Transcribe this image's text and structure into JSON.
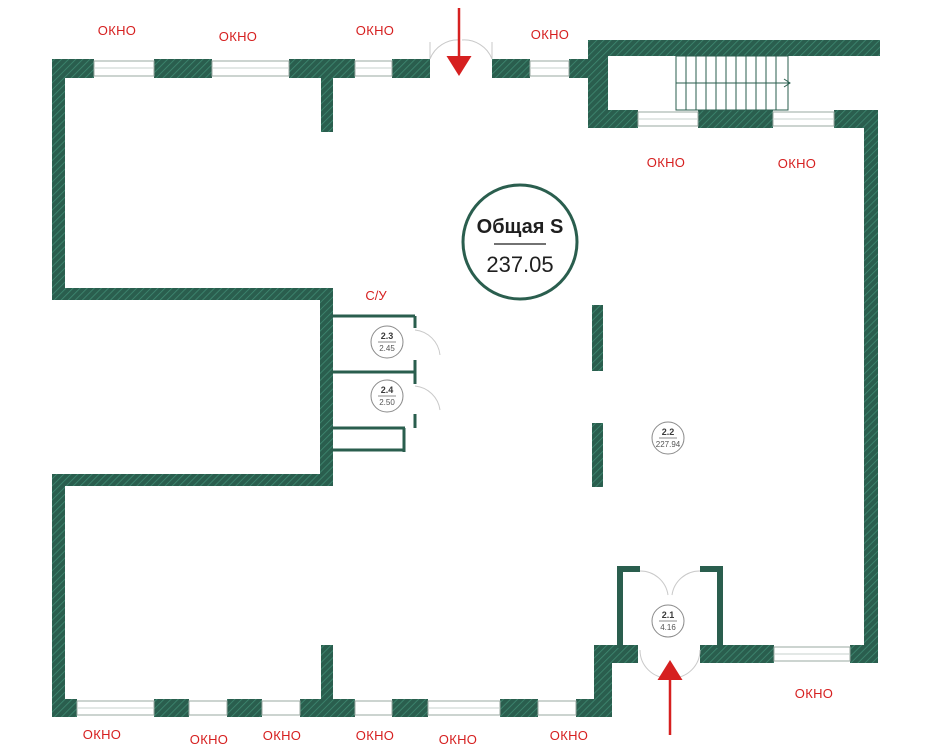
{
  "plan": {
    "total_area": {
      "title": "Общая S",
      "value": "237.05"
    },
    "sanitary_label": "С/У",
    "window_label": "ОКНО",
    "colors": {
      "wall": "#2a5e4e",
      "wall_hatch": "#3c7a66",
      "arrow": "#d62020",
      "window_label": "#d62020",
      "circle": "#2a5e4e"
    },
    "rooms": [
      {
        "number": "2.1",
        "area": "4.16"
      },
      {
        "number": "2.2",
        "area": "227.94"
      },
      {
        "number": "2.3",
        "area": "2.45"
      },
      {
        "number": "2.4",
        "area": "2.50"
      }
    ],
    "entrances": [
      "entrance-arrow-top",
      "entrance-arrow-bottom"
    ]
  }
}
